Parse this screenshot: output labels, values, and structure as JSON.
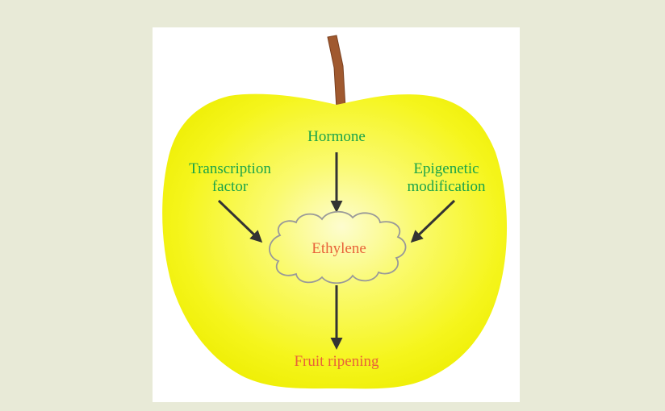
{
  "diagram": {
    "labels": {
      "hormone": "Hormone",
      "transcription_line1": "Transcription",
      "transcription_line2": "factor",
      "epigenetic_line1": "Epigenetic",
      "epigenetic_line2": "modification",
      "ethylene": "Ethylene",
      "fruit_ripening": "Fruit ripening"
    },
    "colors": {
      "page_background": "#e8ead7",
      "panel_background": "#ffffff",
      "apple_center": "#fdfccf",
      "apple_edge": "#f2f200",
      "stem": "#a0592f",
      "cloud_stroke": "#999999",
      "arrow": "#333333",
      "regulator_text": "#1aa34a",
      "ethylene_text": "#e8623a",
      "ripening_text": "#e8623a"
    },
    "icons": {
      "fruit": "apple-icon",
      "stem": "apple-stem-icon",
      "ethylene_shape": "cloud-icon"
    }
  }
}
